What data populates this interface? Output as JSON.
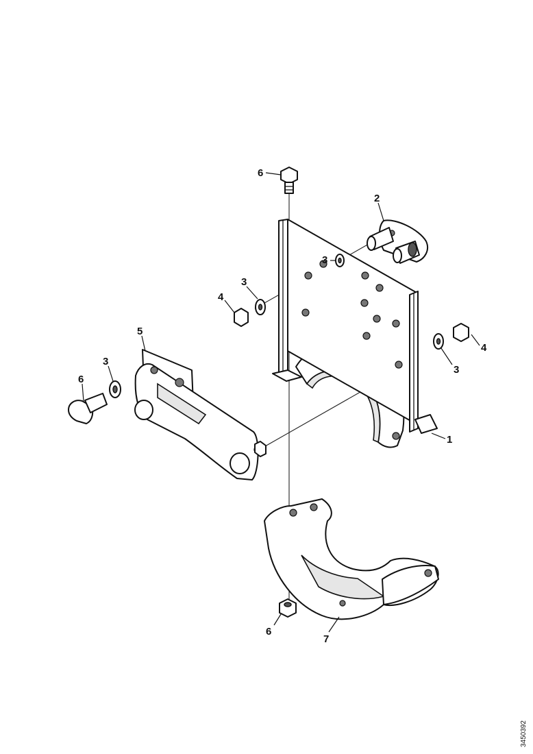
{
  "callouts": {
    "c1": "1",
    "c2": "2",
    "c3a": "3",
    "c3b": "3",
    "c3c": "3",
    "c3d": "3",
    "c4a": "4",
    "c4b": "4",
    "c5": "5",
    "c6a": "6",
    "c6b": "6",
    "c6c": "6",
    "c7": "7"
  },
  "figure_id": "3450392",
  "colors": {
    "line": "#111111",
    "shade": "#e6e6e6",
    "background": "#ffffff"
  }
}
